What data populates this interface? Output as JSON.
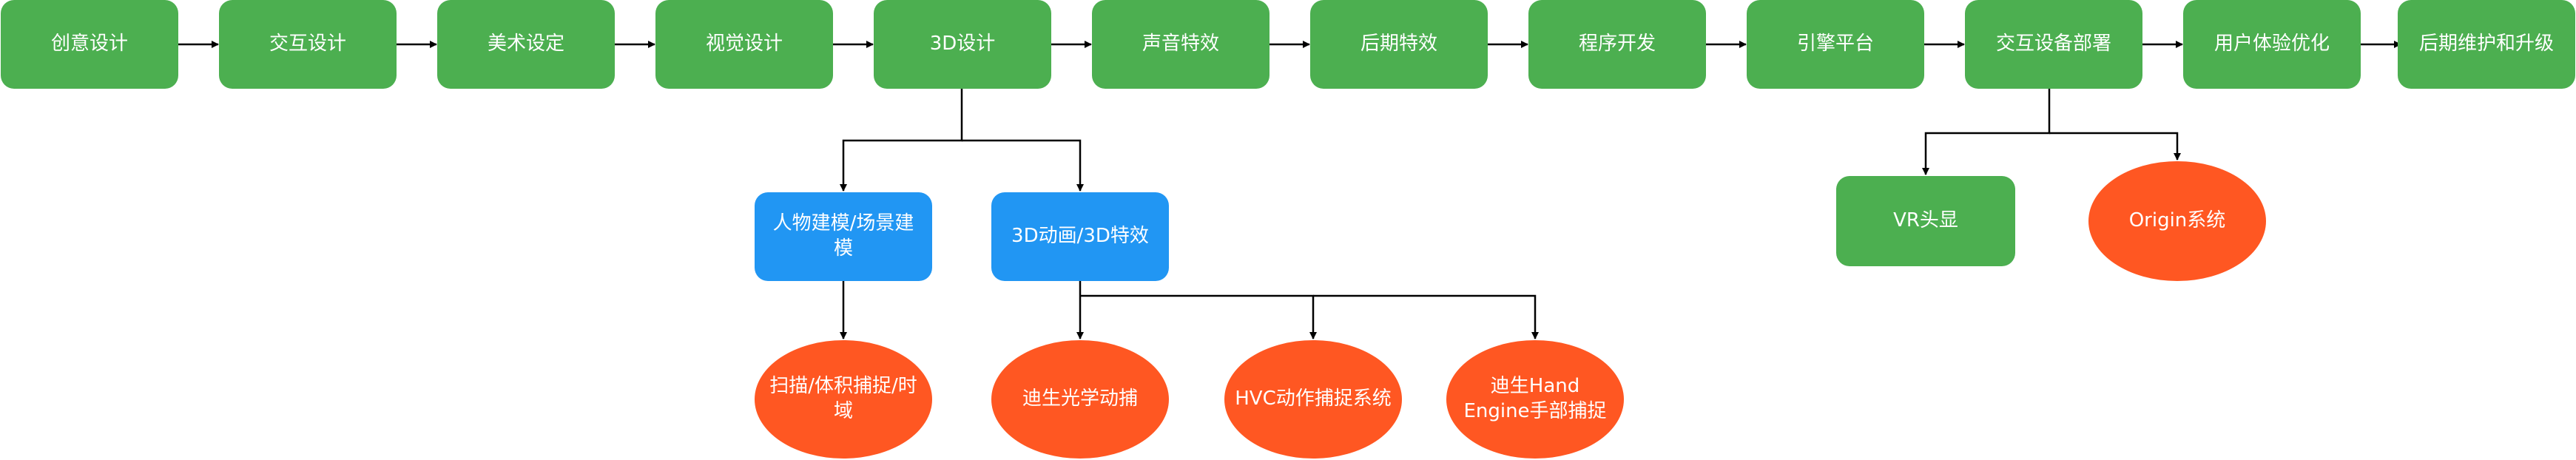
{
  "colors": {
    "step": "#4CAF50",
    "module": "#2196F3",
    "device": "#4CAF50",
    "tech": "#FF5722",
    "line": "#000000"
  },
  "pipeline": [
    {
      "id": "s1",
      "label": "创意设计"
    },
    {
      "id": "s2",
      "label": "交互设计"
    },
    {
      "id": "s3",
      "label": "美术设定"
    },
    {
      "id": "s4",
      "label": "视觉设计"
    },
    {
      "id": "s5",
      "label": "3D设计"
    },
    {
      "id": "s6",
      "label": "声音特效"
    },
    {
      "id": "s7",
      "label": "后期特效"
    },
    {
      "id": "s8",
      "label": "程序开发"
    },
    {
      "id": "s9",
      "label": "引擎平台"
    },
    {
      "id": "s10",
      "label": "交互设备部署"
    },
    {
      "id": "s11",
      "label": "用户体验优化"
    },
    {
      "id": "s12",
      "label": "后期维护和升级"
    }
  ],
  "modules": [
    {
      "id": "m1",
      "label": "人物建模/场景建模"
    },
    {
      "id": "m2",
      "label": "3D动画/3D特效"
    }
  ],
  "techniques": [
    {
      "id": "t1",
      "label": "扫描/体积捕捉/时域"
    },
    {
      "id": "t2",
      "label": "迪生光学动捕"
    },
    {
      "id": "t3",
      "label": "HVC动作捕捉系统"
    },
    {
      "id": "t4",
      "label": "迪生Hand Engine手部捕捉"
    }
  ],
  "devices": [
    {
      "id": "d1",
      "label": "VR头显",
      "shape": "rect"
    },
    {
      "id": "d2",
      "label": "Origin系统",
      "shape": "ellipse"
    }
  ]
}
